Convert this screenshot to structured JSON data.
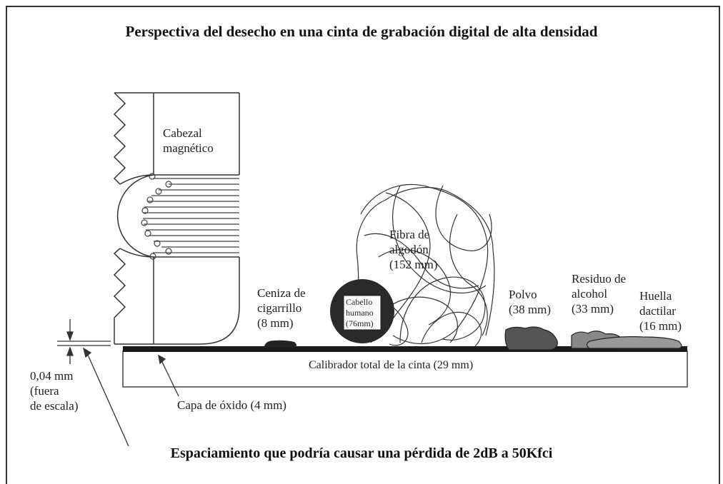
{
  "title": "Perspectiva del desecho en una cinta de grabación digital de alta densidad",
  "footer": "Espaciamiento que podría causar una pérdida  de 2dB a 50Kfci",
  "head": {
    "line1": "Cabezal",
    "line2": "magnético"
  },
  "oxide_layer": "Capa de óxido (4 mm)",
  "tape_total": "Calibrador total de la cinta (29 mm)",
  "spacing": {
    "value": "0,04 mm",
    "note1": "(fuera",
    "note2": "de escala)"
  },
  "debris": {
    "ash": {
      "line1": "Ceniza de",
      "line2": "cigarrillo",
      "line3": "(8 mm)"
    },
    "hair": {
      "line1": "Cabello",
      "line2": "humano",
      "line3": "(76mm)"
    },
    "fiber": {
      "line1": "Fibra de",
      "line2": "algodón",
      "line3": "(152 mm)"
    },
    "dust": {
      "line1": "Polvo",
      "line2": "(38 mm)"
    },
    "alcohol": {
      "line1": "Residuo de",
      "line2": "alcohol",
      "line3": "(33 mm)"
    },
    "fingerprint": {
      "line1": "Huella",
      "line2": "dactilar",
      "line3": "(16 mm)"
    }
  }
}
